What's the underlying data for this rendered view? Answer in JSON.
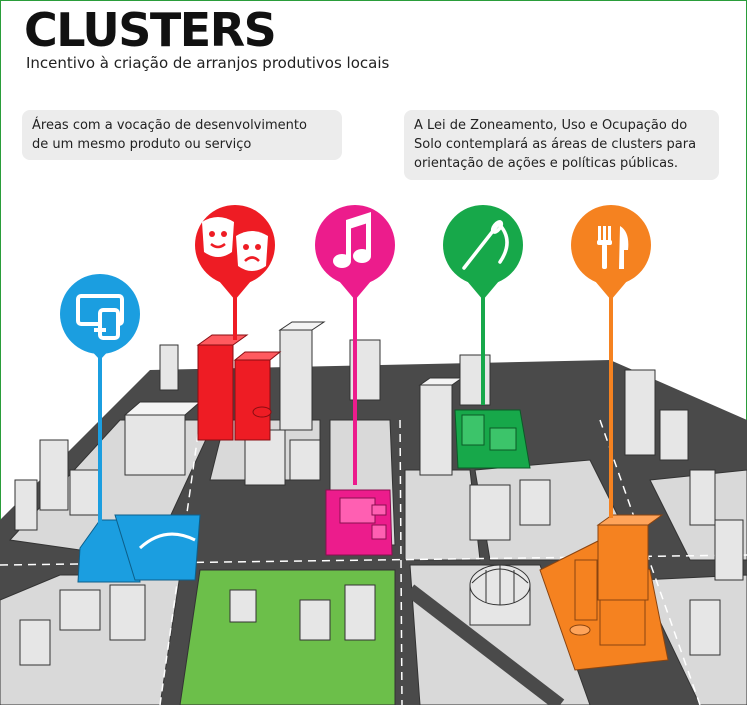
{
  "header": {
    "title": "CLUSTERS",
    "subtitle": "Incentivo à criação de arranjos produtivos locais"
  },
  "callouts": {
    "left": {
      "line1": "Áreas com a vocação de desenvolvimento",
      "line2": "de um mesmo produto ou serviço"
    },
    "right": {
      "line1": "A Lei de Zoneamento, Uso e Ocupação do",
      "line2": "Solo contemplará as áreas de clusters para",
      "line3": "orientação de ações e políticas públicas."
    }
  },
  "pins": [
    {
      "icon": "devices-icon",
      "color": "#1b9ee0"
    },
    {
      "icon": "theater-masks-icon",
      "color": "#ee1c24"
    },
    {
      "icon": "music-note-icon",
      "color": "#ec1c8c"
    },
    {
      "icon": "sewing-needle-icon",
      "color": "#17a84a"
    },
    {
      "icon": "fork-knife-icon",
      "color": "#f58220"
    }
  ],
  "colors": {
    "accent_border": "#2a9d3a",
    "street": "#4a4a4a",
    "building": "#e6e6e6",
    "park": "#6cbf4a"
  }
}
